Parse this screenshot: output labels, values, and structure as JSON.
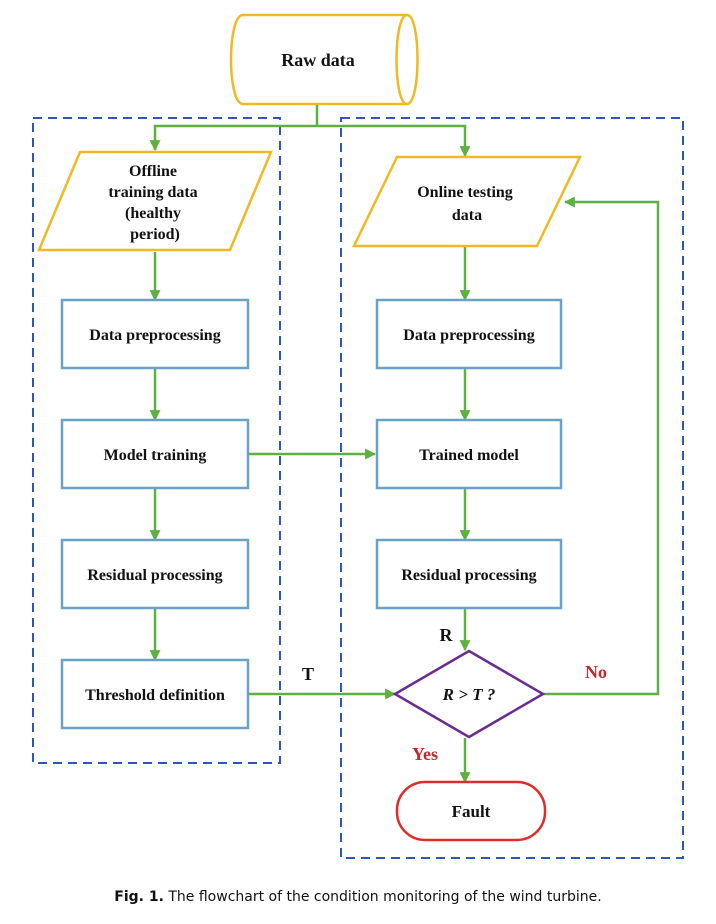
{
  "colors": {
    "connector": "#5fb043",
    "terminal_stroke": "#f0b923",
    "io_stroke": "#f0b923",
    "process_stroke": "#6aa2c7",
    "decision_stroke": "#6b2c91",
    "fault_stroke": "#e02b2b",
    "group_border": "#2e56b8",
    "branch_label": "#c0282a"
  },
  "nodes": {
    "raw_data": "Raw data",
    "offline_data": [
      "Offline",
      "training data",
      "(healthy",
      "period)"
    ],
    "online_data": [
      "Online testing",
      "data"
    ],
    "off_preprocessing": "Data preprocessing",
    "model_training": "Model training",
    "off_residual": "Residual processing",
    "threshold": "Threshold definition",
    "on_preprocessing": "Data preprocessing",
    "trained_model": "Trained model",
    "on_residual": "Residual processing",
    "decision": "R > T ?",
    "fault": "Fault"
  },
  "edge_labels": {
    "t": "T",
    "r": "R",
    "no": "No",
    "yes": "Yes"
  },
  "caption": {
    "label": "Fig. 1.",
    "text": "The flowchart of the condition monitoring of the wind turbine."
  }
}
